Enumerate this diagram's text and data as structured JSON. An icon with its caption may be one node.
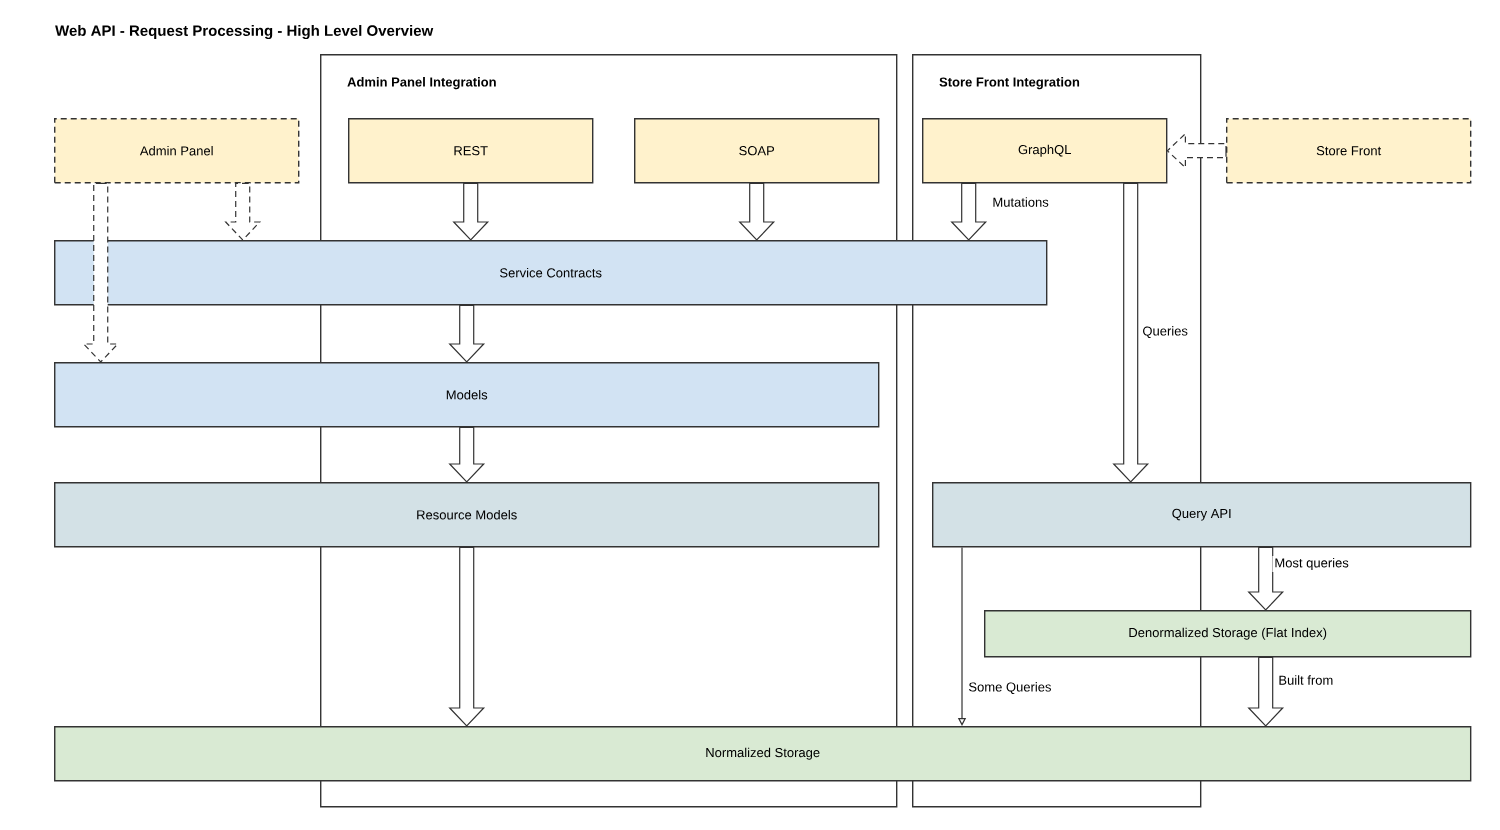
{
  "diagram": {
    "title": "Web API - Request Processing - High Level Overview",
    "nodes": [
      {
        "text": [
          "Admin Panel Integration"
        ]
      },
      {
        "text": [
          "Store Front Integration"
        ]
      },
      {
        "text": [
          "Admin Panel"
        ]
      },
      {
        "text": [
          "REST"
        ],
        "in": 0
      },
      {
        "text": [
          "SOAP"
        ],
        "in": 0
      },
      {
        "text": [
          "GraphQL"
        ],
        "in": 1
      },
      {
        "text": [
          "Store Front"
        ]
      },
      {
        "text": [
          "Service Contracts"
        ]
      },
      {
        "text": [
          "Models"
        ]
      },
      {
        "text": [
          "Resource Models"
        ]
      },
      {
        "text": [
          "Query API"
        ]
      },
      {
        "text": [
          "Denormalized Storage (Flat Index)"
        ]
      },
      {
        "text": [
          "Normalized Storage"
        ]
      }
    ],
    "edges": [
      {
        "from": 3,
        "to": 7,
        "arrow": "to"
      },
      {
        "from": 4,
        "to": 7,
        "arrow": "to"
      },
      {
        "from": 5,
        "to": 7,
        "arrow": "to",
        "label": "Mutations"
      },
      {
        "from": 5,
        "to": 10,
        "arrow": "to",
        "label": "Queries"
      },
      {
        "from": 6,
        "to": 5,
        "arrow": "to",
        "style": "dashed"
      },
      {
        "from": 2,
        "to": 7,
        "arrow": "to",
        "style": "dashed"
      },
      {
        "from": 2,
        "to": 8,
        "arrow": "to",
        "style": "dashed"
      },
      {
        "from": 7,
        "to": 8,
        "arrow": "to"
      },
      {
        "from": 8,
        "to": 9,
        "arrow": "to"
      },
      {
        "from": 9,
        "to": 12,
        "arrow": "to"
      },
      {
        "from": 10,
        "to": 11,
        "arrow": "to",
        "label": "Most queries"
      },
      {
        "from": 11,
        "to": 12,
        "arrow": "to",
        "label": "Built from"
      },
      {
        "from": 10,
        "to": 12,
        "arrow": "to",
        "label": "Some Queries"
      }
    ]
  }
}
